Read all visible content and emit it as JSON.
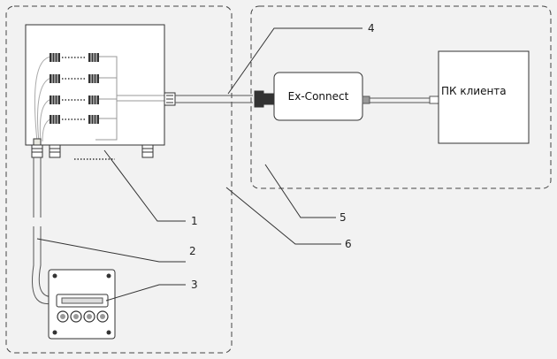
{
  "devices": {
    "ex_connect": "Ex-Connect",
    "client_pc": "ПК клиента"
  },
  "callouts": [
    "1",
    "2",
    "3",
    "4",
    "5",
    "6"
  ]
}
